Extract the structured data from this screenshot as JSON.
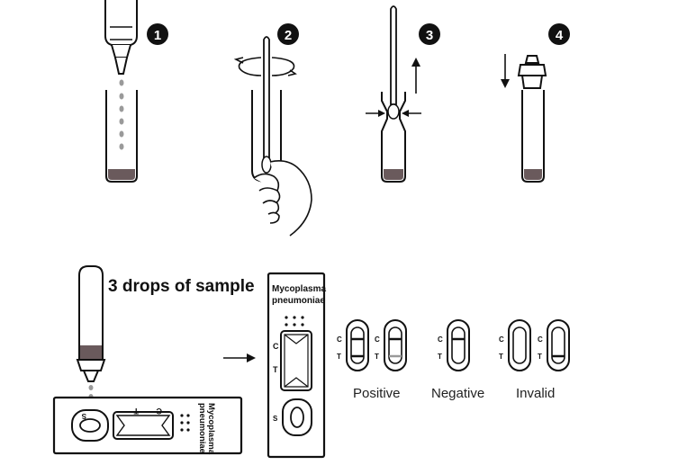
{
  "steps": [
    {
      "number": "1"
    },
    {
      "number": "2"
    },
    {
      "number": "3"
    },
    {
      "number": "4"
    }
  ],
  "sample_instruction": "3 drops of sample",
  "cassette": {
    "name_line1": "Mycoplasma",
    "name_line2": "pneumoniae",
    "label_c": "C",
    "label_t": "T",
    "label_s": "S"
  },
  "results": [
    {
      "label": "Positive"
    },
    {
      "label": "Negative"
    },
    {
      "label": "Invalid"
    }
  ],
  "colors": {
    "sample_fill": "#6a5a5c",
    "drop_fill": "#9a9a9a",
    "line_dark": "#111111"
  }
}
